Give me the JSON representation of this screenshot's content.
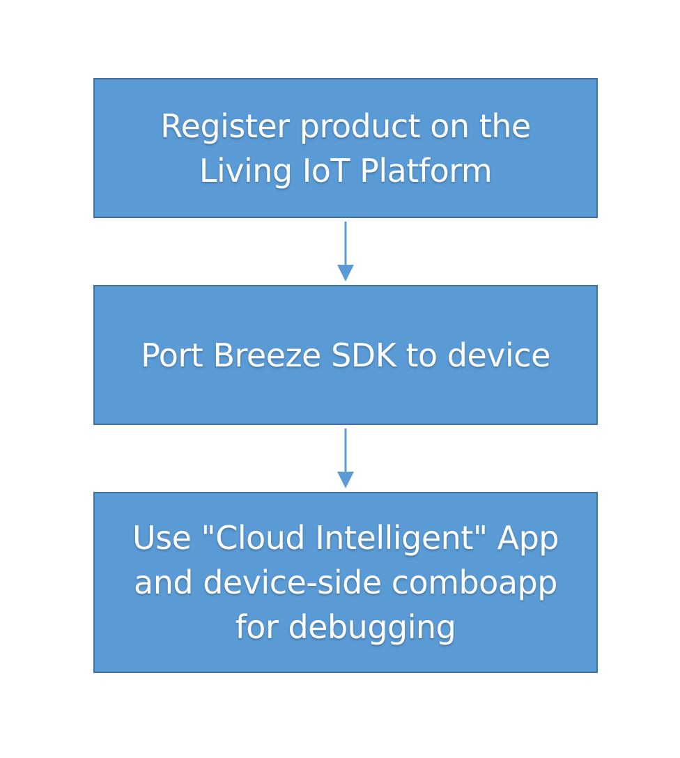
{
  "diagram": {
    "colors": {
      "box_fill": "#5b9bd5",
      "box_border": "#41729f",
      "arrow": "#5b9bd5",
      "text": "#ffffff"
    },
    "steps": [
      {
        "lines": [
          "Register product on the",
          "Living IoT Platform"
        ]
      },
      {
        "lines": [
          "Port Breeze SDK to device"
        ]
      },
      {
        "lines": [
          "Use \"Cloud Intelligent\" App",
          "and device-side comboapp",
          "for debugging"
        ]
      }
    ]
  }
}
